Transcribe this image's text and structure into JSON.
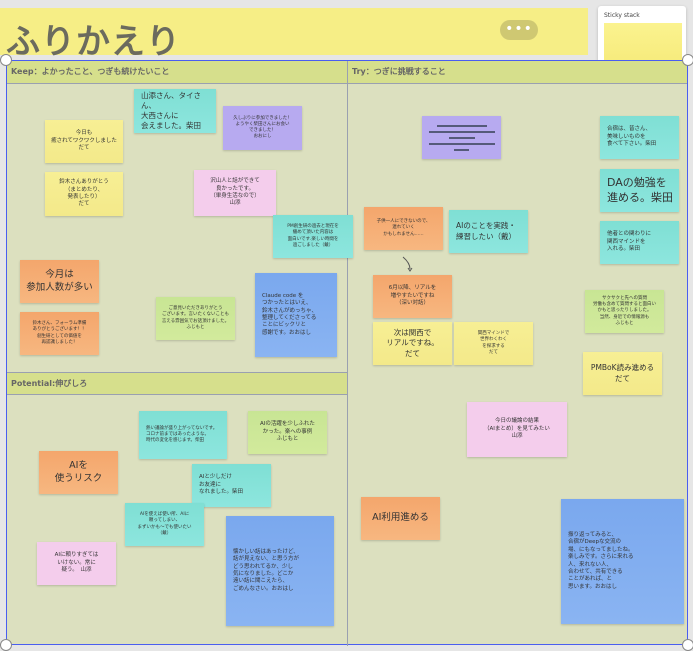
{
  "title": "ふりかえり",
  "more_button": "•••",
  "sticky_stack": {
    "label": "Sticky stack"
  },
  "sections": {
    "keep": "Keep：よかったこと、つぎも続けたいこと",
    "try": "Try：つぎに挑戦すること",
    "potential": "Potential:伸びしろ"
  },
  "colors": {
    "yellow": "#f6ee86",
    "teal": "#85e2d9",
    "purple": "#b7aaf0",
    "pink": "#f4cdec",
    "orange": "#f5ad74",
    "green": "#cde79a",
    "blue": "#82aef0",
    "board": "#dce0bf",
    "header": "#d6df8c"
  },
  "stickies": [
    {
      "text": "山添さん、タイさん、\n大西さんに\n会えました。柴田",
      "color": "teal"
    },
    {
      "text": "今日も\n癒されてワクワクしました\nだて",
      "color": "yellow"
    },
    {
      "text": "久しぶりに参加できました！\nようやく柴田さんにお会い\nできました！\nおおにし",
      "color": "purple"
    },
    {
      "text": "鈴木さんありがとう\n（まとめたり、\n発表したり）\nだて",
      "color": "yellow"
    },
    {
      "text": "沢山人と話ができて\n良かったです。\n（単身生活なので）\n山添",
      "color": "pink"
    },
    {
      "text": "PM創生研の過去と現在を\n纏めて頂いた内容は\n面白いです.楽しい時間を\n過ごしました（戴）",
      "color": "teal"
    },
    {
      "text": "今月は\n参加人数が多い",
      "color": "orange"
    },
    {
      "text": "鈴木さん、フォーラム準備\nありがとうございます！！\n創生研としての価値を\n再認識しました！",
      "color": "orange"
    },
    {
      "text": "ご意見いただきありがとう\nございます。言いたくないことも\n言える雰囲気でお話頂けました。\nふじもと",
      "color": "green"
    },
    {
      "text": "Claude code を\nつかったとはいえ、\n鈴木さんがめっちゃ、\n整理してくださってる\nことにビックリと\n感謝です。おおはし",
      "color": "blue"
    },
    {
      "text": "子供一人にできないので、\n連れていく\nかもしれません……",
      "color": "orange"
    },
    {
      "text": "AIのことを実践・\n練習したい（戴）",
      "color": "teal"
    },
    {
      "text": "6月以降、リアルを\n増やすたいですね\n（深い対話）",
      "color": "orange"
    },
    {
      "text": "次は関西で\nリアルですね。\nだて",
      "color": "yellow"
    },
    {
      "text": "関西マインドで\n世界わくわく\nを探求する\nだて",
      "color": "yellow"
    },
    {
      "text": "合宿は、皆さん、\n美味しいものを\n食べて下さい。柴田",
      "color": "teal"
    },
    {
      "text": "DAの勉強を\n進める。柴田",
      "color": "teal"
    },
    {
      "text": "他者との関わりに\n関西マインドを\n入れる。柴田",
      "color": "teal"
    },
    {
      "text": "サクサクと先への質問\n労働も含めて質問すると面白い\nかもと思ったりしました。\n当然、身近での情報源も\nふじもと",
      "color": "green"
    },
    {
      "text": "PMBoK読み進める\nだて",
      "color": "yellow"
    },
    {
      "text": "今日の議論の結果\n（AIまとめ）を見てみたい\n山添",
      "color": "pink"
    },
    {
      "text": "AI利用進める",
      "color": "orange"
    },
    {
      "text": "振り返ってみると、\n合宿がDeepな交流の\n場、にもなってましたね。\n楽しみです。さらに来れる\n人、来れない人、\n合わせて、共有できる\nことがあれば、と\n思います。おおはし",
      "color": "blue"
    },
    {
      "text": "熱い議論が盛り上がってないです。\nコロナ前まではあったような。\n時代の変化を感じます。柴田",
      "color": "teal"
    },
    {
      "text": "AIの活躍を少しふれた\nかった。楽への事例\nふじもと",
      "color": "green"
    },
    {
      "text": "AIを\n使うリスク",
      "color": "orange"
    },
    {
      "text": "AIと少しだけ\nお友達に\nなれました。柴田",
      "color": "teal"
    },
    {
      "text": "AIを使えば使い所、AIに\n頼ってしまい、\nまずいかも〜でも使いたい\n（戴）",
      "color": "teal"
    },
    {
      "text": "AIに頼りすぎては\nいけない。常に\n疑う。　山添",
      "color": "pink"
    },
    {
      "text": "懐かしい話はあったけど、\n話が見えない、と思う方が\nどう思われてるか、少し\n気になりました。どこか\n遠い話に聞こえたら、\nごめんなさい。おおはし",
      "color": "blue"
    }
  ]
}
